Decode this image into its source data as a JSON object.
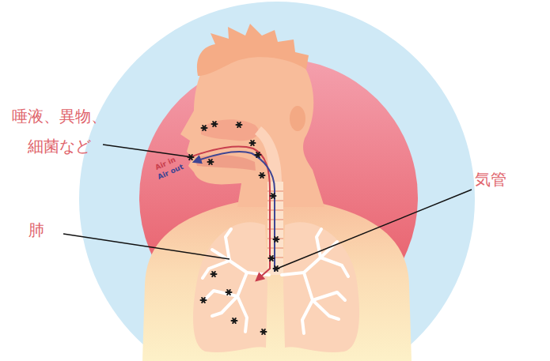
{
  "diagram": {
    "labels": [
      "唾液、異物、 細菌など",
      "肺",
      "気管",
      "Air in",
      "Air out"
    ]
  }
}
